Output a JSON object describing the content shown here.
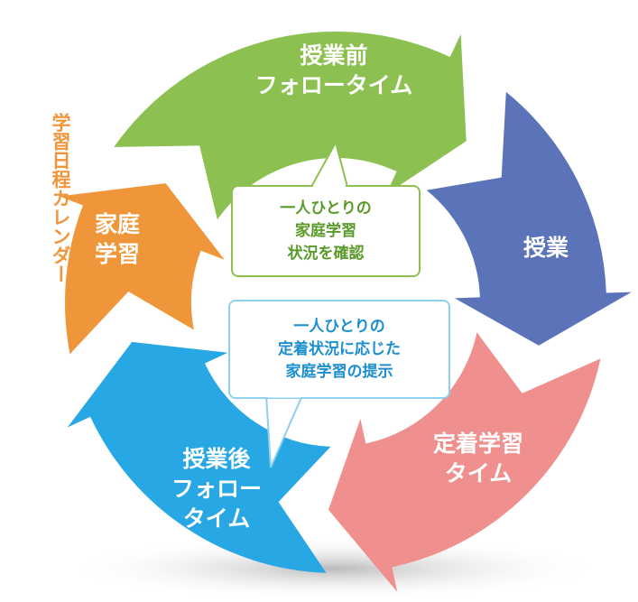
{
  "segments": [
    {
      "id": "pre-class",
      "lines": [
        "授業前",
        "フォロータイム"
      ],
      "color": "#8cc152"
    },
    {
      "id": "class",
      "lines": [
        "授業"
      ],
      "color": "#5b73b8"
    },
    {
      "id": "retention",
      "lines": [
        "定着学習",
        "タイム"
      ],
      "color": "#ef8f8e"
    },
    {
      "id": "post-class",
      "lines": [
        "授業後",
        "フォロー",
        "タイム"
      ],
      "color": "#27a7e3"
    },
    {
      "id": "home-study",
      "lines": [
        "家庭",
        "学習"
      ],
      "color": "#f0963a"
    }
  ],
  "callouts": [
    {
      "lines": [
        "一人ひとりの",
        "家庭学習",
        "状況を確認"
      ],
      "color": "#8cc152",
      "text_color": "#5a9a2a"
    },
    {
      "lines": [
        "一人ひとりの",
        "定着状況に応じた",
        "家庭学習の提示"
      ],
      "color": "#8fd0ef",
      "text_color": "#1b8fcf"
    }
  ],
  "side_label": "学習日程カレンダー"
}
